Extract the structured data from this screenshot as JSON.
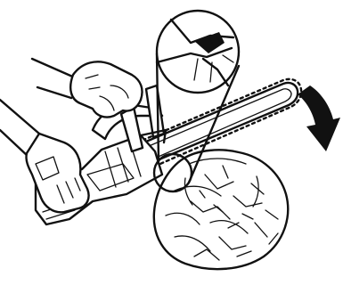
{
  "illustration": {
    "subject": "chainsaw-kickback-warning",
    "parts": [
      "chainsaw",
      "guide-bar",
      "saw-chain",
      "left-glove",
      "right-glove",
      "log-cross-section",
      "magnifier-inset",
      "kickback-arrow"
    ],
    "colors": {
      "ink": "#111111",
      "paper": "#ffffff"
    }
  }
}
